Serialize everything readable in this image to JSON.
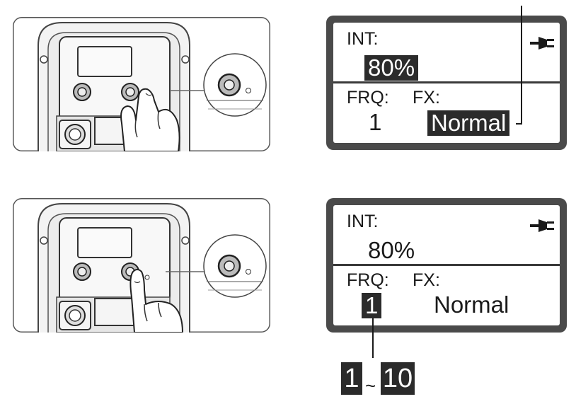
{
  "screens": [
    {
      "int_label": "INT:",
      "int_value": "80%",
      "frq_label": "FRQ:",
      "frq_value": "1",
      "fx_label": "FX:",
      "fx_value": "Normal",
      "highlight": [
        "int_value",
        "fx_value"
      ],
      "power_icon": "power-plug-icon"
    },
    {
      "int_label": "INT:",
      "int_value": "80%",
      "frq_label": "FRQ:",
      "frq_value": "1",
      "fx_label": "FX:",
      "fx_value": "Normal",
      "highlight": [
        "frq_value"
      ],
      "power_icon": "power-plug-icon"
    }
  ],
  "illustrations": [
    {
      "gesture": "turn-knob-icon"
    },
    {
      "gesture": "press-knob-icon"
    }
  ],
  "frq_range": {
    "min": "1",
    "separator": "~",
    "max": "10"
  },
  "colors": {
    "lcd_frame": "#4a4a4a",
    "highlight": "#2b2b2b",
    "line": "#1a1a1a"
  }
}
